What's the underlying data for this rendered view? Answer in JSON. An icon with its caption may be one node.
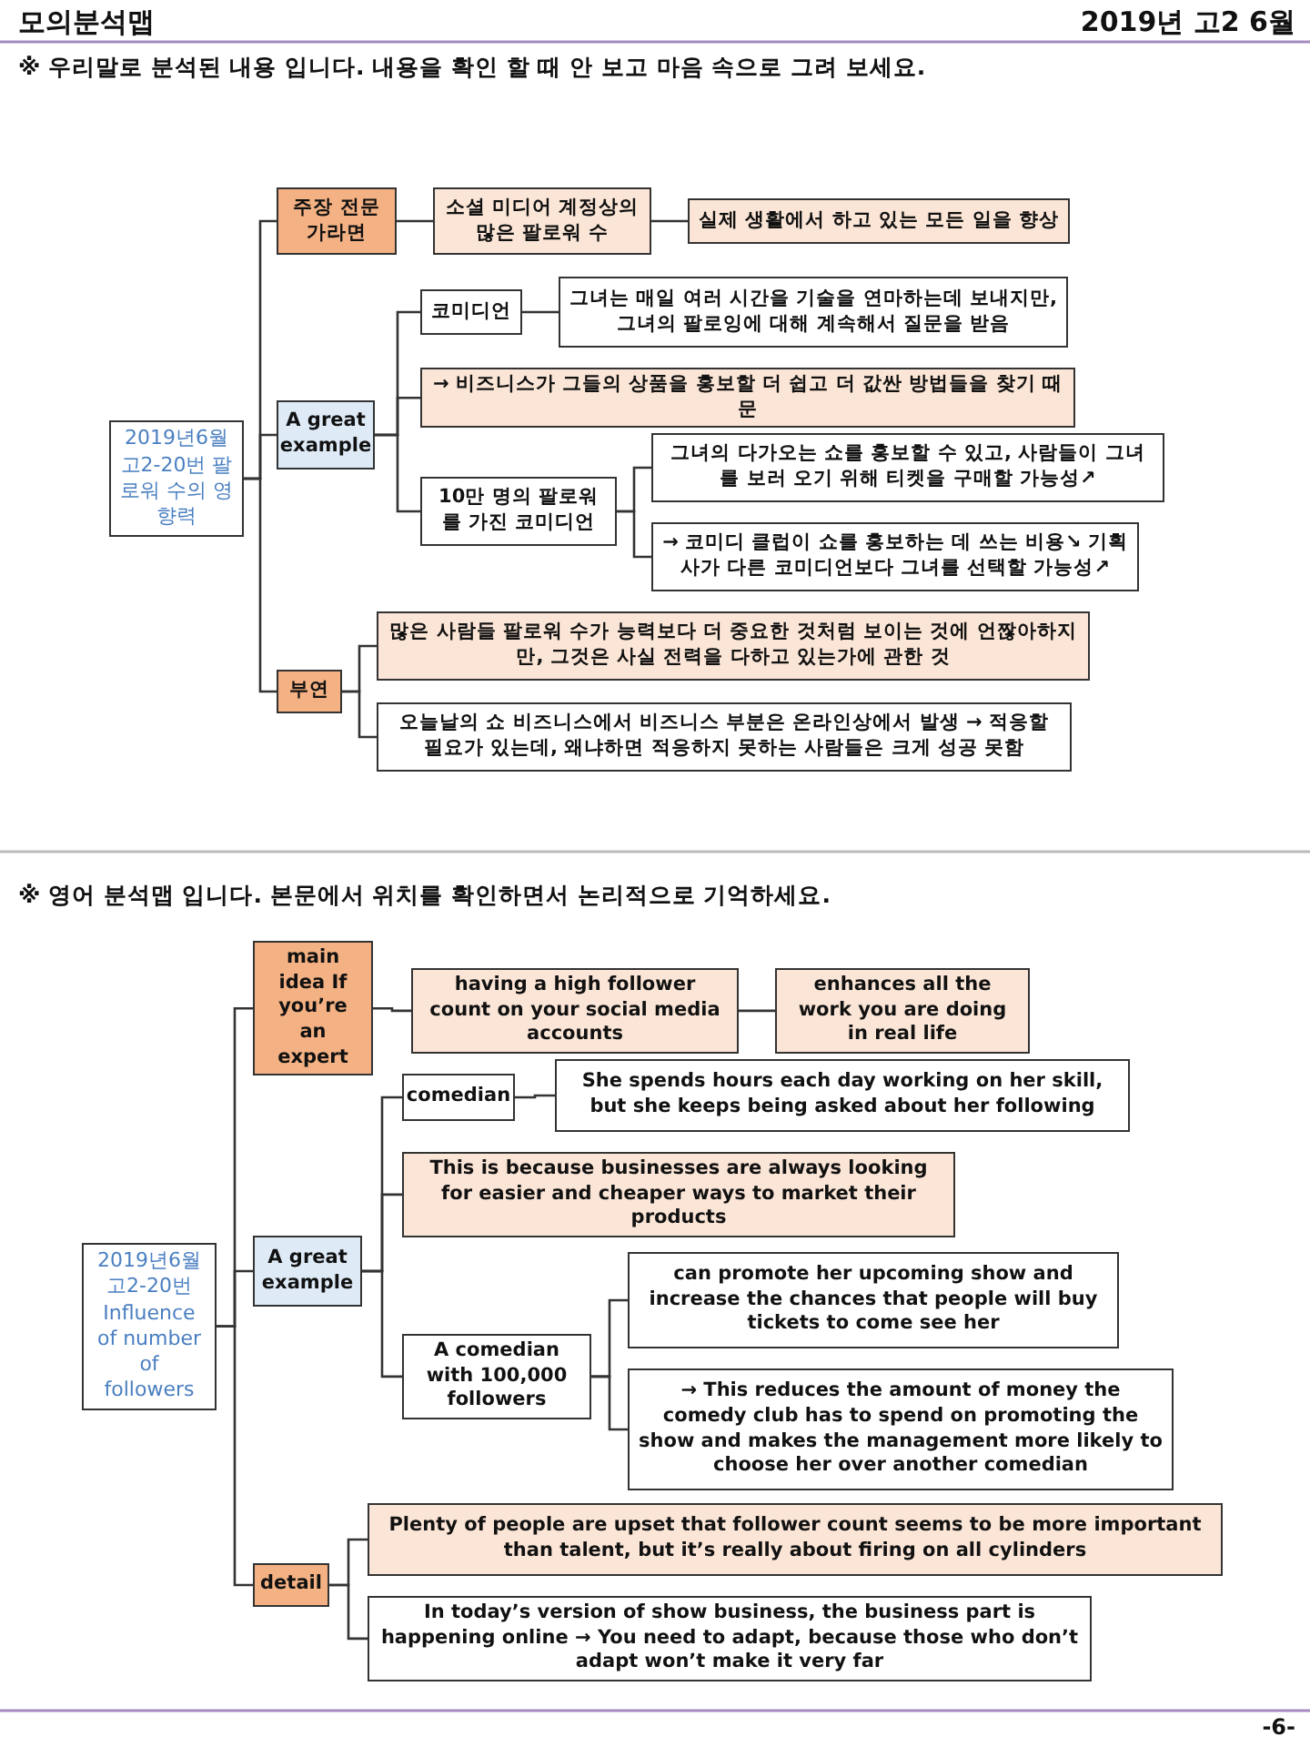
{
  "diagram": {
    "title": "모의분석맵",
    "nodes": [
      {
        "text": [
          "2019년6월 고2-20번 팔로워 수의 영향력"
        ]
      },
      {
        "text": [
          "주장 전문가라면"
        ]
      },
      {
        "text": [
          "소셜 미디어 계정상의 많은 팔로워 수"
        ]
      },
      {
        "text": [
          "실제 생활에서 하고 있는 모든 일을 향상"
        ]
      },
      {
        "text": [
          "A great example"
        ]
      },
      {
        "text": [
          "코미디언"
        ]
      },
      {
        "text": [
          "그녀는 매일 여러 시간을 기술을 연마하는데 보내지만, 그녀의 팔로잉에 대해 계속해서 질문을 받음"
        ]
      },
      {
        "text": [
          "→ 비즈니스가 그들의 상품을 홍보할 더 쉽고 더 값싼 방법들을 찾기 때문"
        ]
      },
      {
        "text": [
          "10만 명의 팔로워를 가진 코미디언"
        ]
      },
      {
        "text": [
          "그녀의 다가오는 쇼를 홍보할 수 있고, 사람들이 그녀를 보러 오기 위해 티켓을 구매할 가능성↗"
        ]
      },
      {
        "text": [
          "→ 코미디 클럽이 쇼를 홍보하는 데 쓰는 비용↘ 기획사가 다른 코미디언보다 그녀를 선택할 가능성↗"
        ]
      },
      {
        "text": [
          "부연"
        ]
      },
      {
        "text": [
          "많은 사람들 팔로워 수가 능력보다 더 중요한 것처럼 보이는 것에 언짢아하지만, 그것은 사실 전력을 다하고 있는가에 관한 것"
        ]
      },
      {
        "text": [
          "오늘날의 쇼 비즈니스에서 비즈니스 부분은 온라인상에서 발생 → 적응할 필요가 있는데, 왜냐하면 적응하지 못하는 사람들은 크게 성공 못함"
        ]
      },
      {
        "text": [
          "2019년6월 고2-20번 Influence of number of followers"
        ]
      },
      {
        "text": [
          "main idea If you’re an expert"
        ]
      },
      {
        "text": [
          "having a high follower count on your social media accounts"
        ]
      },
      {
        "text": [
          "enhances all the work you are doing in real life"
        ]
      },
      {
        "text": [
          "A great example"
        ]
      },
      {
        "text": [
          "comedian"
        ]
      },
      {
        "text": [
          "She spends hours each day working on her skill, but she keeps being asked about her following"
        ]
      },
      {
        "text": [
          "This is because businesses are always looking for easier and cheaper ways to market their products"
        ]
      },
      {
        "text": [
          "A comedian with 100,000 followers"
        ]
      },
      {
        "text": [
          "can promote her upcoming show and increase the chances that people will buy tickets to come see her"
        ]
      },
      {
        "text": [
          "→ This reduces the amount of money the comedy club has to spend on promoting the show and makes the management more likely to choose her over another comedian"
        ]
      },
      {
        "text": [
          "detail"
        ]
      },
      {
        "text": [
          "Plenty of people are upset that follower count seems to be more important than talent, but it’s really about firing on all cylinders"
        ]
      },
      {
        "text": [
          "In today’s version of show business, the business part is happening online → You need to adapt, because those who don’t adapt won’t make it very far"
        ]
      }
    ],
    "edges": [
      {
        "from": 0,
        "to": 1,
        "arrow": "none"
      },
      {
        "from": 0,
        "to": 4,
        "arrow": "none"
      },
      {
        "from": 0,
        "to": 11,
        "arrow": "none"
      },
      {
        "from": 1,
        "to": 2,
        "arrow": "none"
      },
      {
        "from": 2,
        "to": 3,
        "arrow": "none"
      },
      {
        "from": 4,
        "to": 5,
        "arrow": "none"
      },
      {
        "from": 4,
        "to": 7,
        "arrow": "none"
      },
      {
        "from": 4,
        "to": 8,
        "arrow": "none"
      },
      {
        "from": 5,
        "to": 6,
        "arrow": "none"
      },
      {
        "from": 8,
        "to": 9,
        "arrow": "none"
      },
      {
        "from": 8,
        "to": 10,
        "arrow": "none"
      },
      {
        "from": 11,
        "to": 12,
        "arrow": "none"
      },
      {
        "from": 11,
        "to": 13,
        "arrow": "none"
      },
      {
        "from": 14,
        "to": 15,
        "arrow": "none"
      },
      {
        "from": 14,
        "to": 18,
        "arrow": "none"
      },
      {
        "from": 14,
        "to": 25,
        "arrow": "none"
      },
      {
        "from": 15,
        "to": 16,
        "arrow": "none"
      },
      {
        "from": 16,
        "to": 17,
        "arrow": "none"
      },
      {
        "from": 18,
        "to": 19,
        "arrow": "none"
      },
      {
        "from": 18,
        "to": 21,
        "arrow": "none"
      },
      {
        "from": 18,
        "to": 22,
        "arrow": "none"
      },
      {
        "from": 19,
        "to": 20,
        "arrow": "none"
      },
      {
        "from": 22,
        "to": 23,
        "arrow": "none"
      },
      {
        "from": 22,
        "to": 24,
        "arrow": "none"
      },
      {
        "from": 25,
        "to": 26,
        "arrow": "none"
      },
      {
        "from": 25,
        "to": 27,
        "arrow": "none"
      }
    ],
    "labels": [
      "2019년 고2 6월",
      "※ 우리말로 분석된 내용 입니다. 내용을 확인 할 때 안 보고 마음 속으로 그려 보세요.",
      "※ 영어 분석맵 입니다. 본문에서 위치를 확인하면서 논리적으로 기억하세요.",
      "-6-"
    ]
  }
}
